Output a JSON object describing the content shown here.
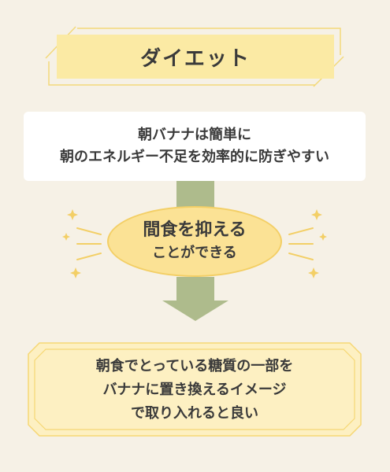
{
  "title": "ダイエット",
  "statement": {
    "line1": "朝バナナは簡単に",
    "line2": "朝のエネルギー不足を効率的に防ぎやすい"
  },
  "result": {
    "line1": "間食を抑える",
    "line2": "ことができる"
  },
  "advice": {
    "line1": "朝食でとっている糖質の一部を",
    "line2": "バナナに置き換えるイメージ",
    "line3": "で取り入れると良い"
  },
  "colors": {
    "background": "#f6f1e6",
    "banner": "#fbeaa4",
    "oval": "#fbe295",
    "arrow": "#aebb8c",
    "advice_box": "#fdf0c2",
    "sparkle": "#f3cf66"
  }
}
